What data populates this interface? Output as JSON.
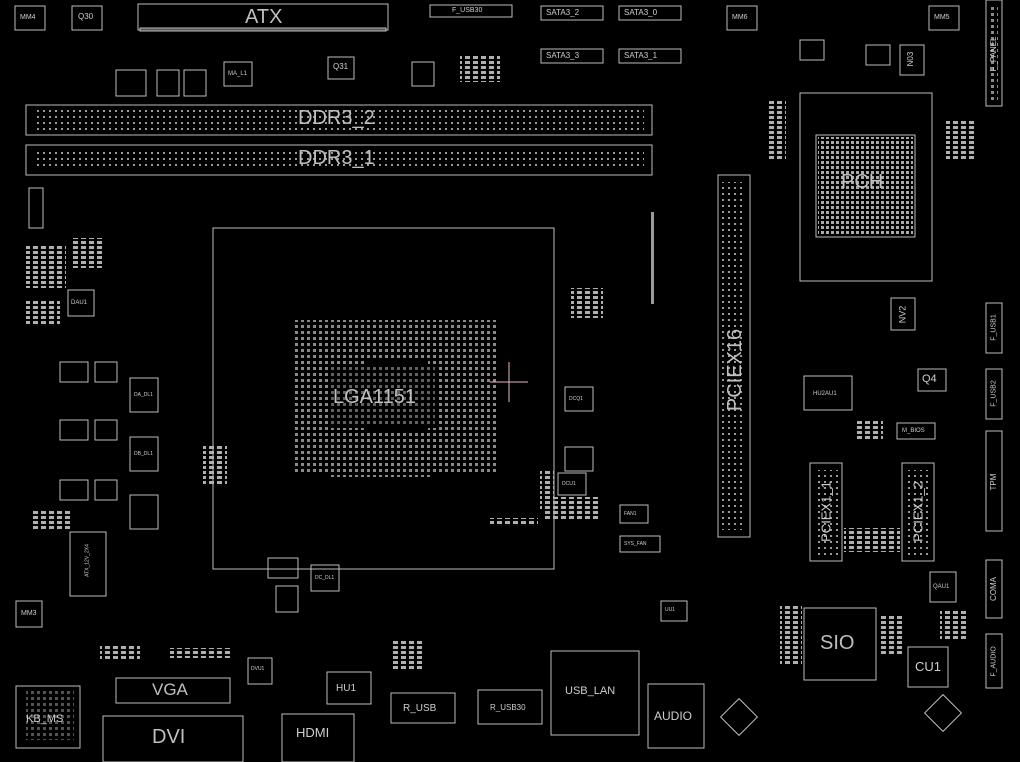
{
  "labels": {
    "atx": "ATX",
    "ddr3_2": "DDR3_2",
    "ddr3_1": "DDR3_1",
    "lga": "LGA1151",
    "pch": "PCH",
    "pciex16": "PCIEX16",
    "pciex1_1": "PCIEX1_1",
    "pciex1_2": "PCIEX1_2",
    "sio": "SIO",
    "cu1": "CU1",
    "vga": "VGA",
    "dvi": "DVI",
    "hdmi": "HDMI",
    "kb_ms": "KB_MS",
    "r_usb": "R_USB",
    "r_usb30": "R_USB30",
    "usb_lan": "USB_LAN",
    "audio": "AUDIO",
    "hu1": "HU1",
    "q4": "Q4",
    "q30": "Q30",
    "q31": "Q31",
    "n03": "N03",
    "nv2": "NV2",
    "mm4": "MM4",
    "mm5": "MM5",
    "mm6": "MM6",
    "mm3": "MM3",
    "sata3_0": "SATA3_0",
    "sata3_1": "SATA3_1",
    "sata3_2": "SATA3_2",
    "sata3_3": "SATA3_3",
    "f_usb30": "F_USB30",
    "f_panel": "F_PANEL",
    "f_usb1": "F_USB1",
    "f_usb2": "F_USB2",
    "tpm": "TPM",
    "coma": "COMA",
    "f_audio": "F_AUDIO",
    "dau1": "DAU1",
    "ma_l1": "MA_L1",
    "m_bios": "M_BIOS",
    "hu2au1": "HU2AU1",
    "qau1": "QAU1",
    "atx_12v": "ATX_12V_2X4",
    "da_dl1": "DA_DL1",
    "db_dl1": "DB_DL1",
    "dc_dl1": "DC_DL1",
    "dcq1": "DCQ1",
    "dcu1": "DCU1",
    "fan1": "FAN1",
    "sys_fan": "SYS_FAN",
    "dvu1": "DVU1",
    "uu1": "UU1"
  },
  "colors": {
    "background": "#000000",
    "outline": "#bdbdbd",
    "text": "#cfcfcf",
    "crosshair": "#e6b8c0"
  }
}
